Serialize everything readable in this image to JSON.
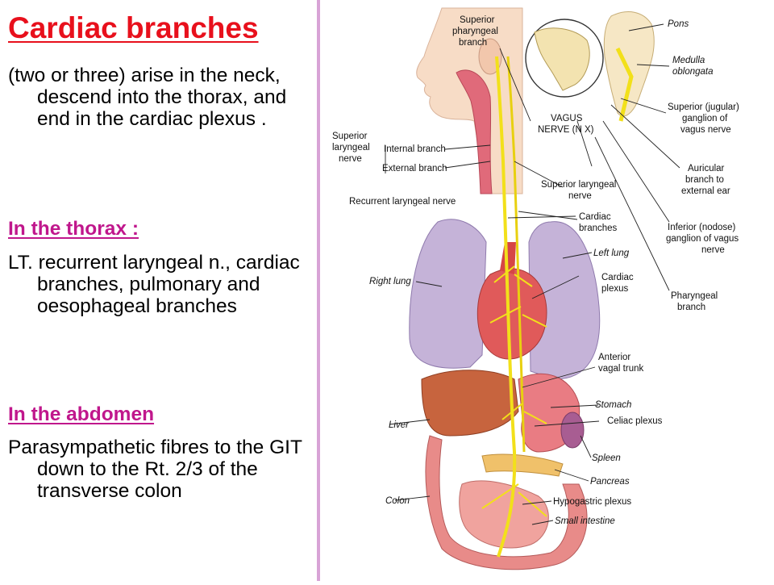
{
  "left": {
    "title": "Cardiac branches",
    "intro": "(two or three) arise in the neck, descend into the thorax, and end in the cardiac plexus .",
    "thorax_heading": "In the thorax :",
    "thorax_text": "LT. recurrent laryngeal n., cardiac branches, pulmonary and oesophageal branches",
    "abdomen_heading": "In the abdomen",
    "abdomen_text": "Parasympathetic fibres to the GIT down to the Rt. 2/3 of the transverse colon"
  },
  "colors": {
    "title": "#e8101c",
    "heading": "#c0178c",
    "divider": "#d8a3d6",
    "nerve": "#f2e01a"
  },
  "diagram": {
    "labels": {
      "superior_pharyngeal_1": "Superior",
      "superior_pharyngeal_2": "pharyngeal",
      "superior_pharyngeal_3": "branch",
      "pons": "Pons",
      "medulla_1": "Medulla",
      "medulla_2": "oblongata",
      "vagus_1": "VAGUS",
      "vagus_2": "NERVE (N X)",
      "sup_jugular_1": "Superior (jugular)",
      "sup_jugular_2": "ganglion of",
      "sup_jugular_3": "vagus nerve",
      "sup_laryngeal_nerve_1": "Superior",
      "sup_laryngeal_nerve_2": "laryngeal",
      "sup_laryngeal_nerve_3": "nerve",
      "internal_branch": "Internal branch",
      "external_branch": "External branch",
      "auricular_1": "Auricular",
      "auricular_2": "branch to",
      "auricular_3": "external ear",
      "sup_laryngeal_2_1": "Superior laryngeal",
      "sup_laryngeal_2_2": "nerve",
      "recurrent_laryngeal": "Recurrent laryngeal nerve",
      "cardiac_branches_1": "Cardiac",
      "cardiac_branches_2": "branches",
      "inferior_nodose_1": "Inferior (nodose)",
      "inferior_nodose_2": "ganglion of vagus",
      "inferior_nodose_3": "nerve",
      "left_lung": "Left lung",
      "right_lung": "Right lung",
      "cardiac_plexus_1": "Cardiac",
      "cardiac_plexus_2": "plexus",
      "pharyngeal_branch_1": "Pharyngeal",
      "pharyngeal_branch_2": "branch",
      "anterior_vagal_1": "Anterior",
      "anterior_vagal_2": "vagal trunk",
      "stomach": "Stomach",
      "liver": "Liver",
      "celiac_plexus": "Celiac plexus",
      "spleen": "Spleen",
      "pancreas": "Pancreas",
      "colon": "Colon",
      "hypogastric_plexus": "Hypogastric plexus",
      "small_intestine": "Small intestine"
    }
  }
}
